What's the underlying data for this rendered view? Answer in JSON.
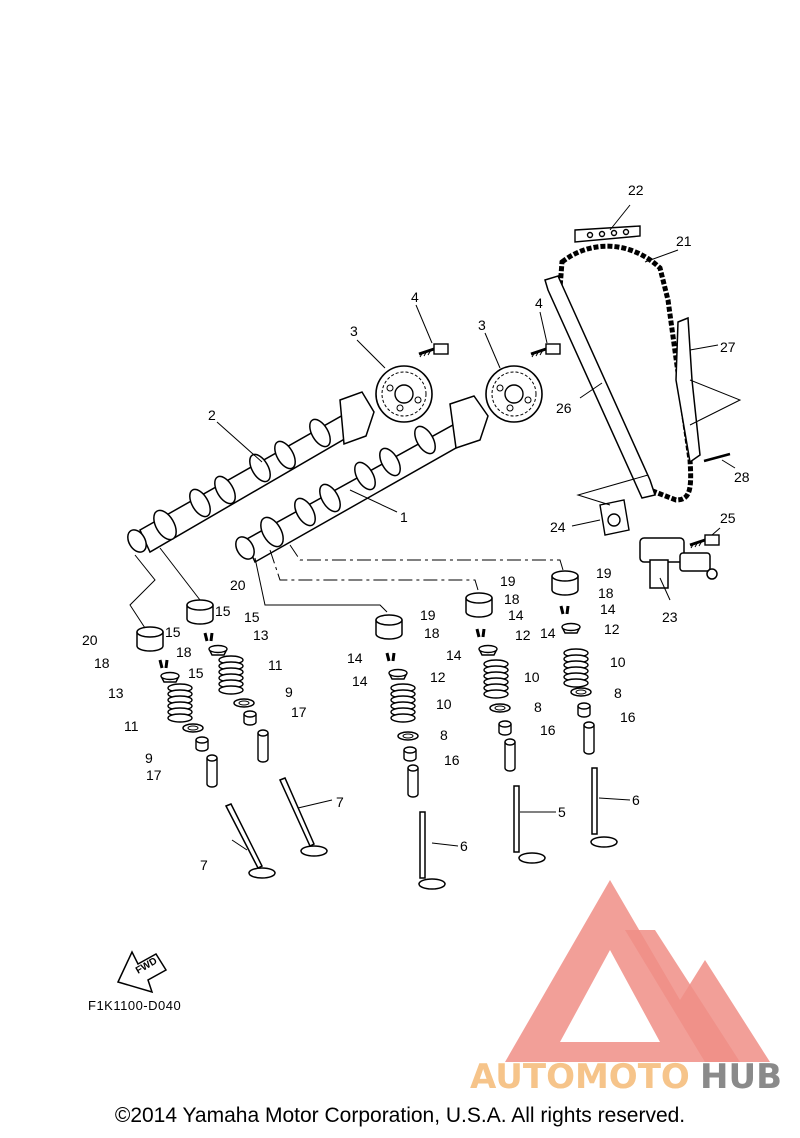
{
  "diagram": {
    "drawing_code": "F1K1100-D040",
    "fwd_label": "FWD",
    "copyright": "©2014 Yamaha Motor Corporation, U.S.A. All rights reserved.",
    "watermark": {
      "part1": "AUTOMOTO",
      "part2": "HUB"
    },
    "colors": {
      "line": "#000000",
      "watermark_red": "#f08e86",
      "watermark_orange": "#f6c48a",
      "watermark_gray": "#8a8a8a"
    },
    "labels": [
      {
        "id": "l22",
        "text": "22"
      },
      {
        "id": "l21",
        "text": "21"
      },
      {
        "id": "l27",
        "text": "27"
      },
      {
        "id": "l26",
        "text": "26"
      },
      {
        "id": "l28",
        "text": "28"
      },
      {
        "id": "l25",
        "text": "25"
      },
      {
        "id": "l24",
        "text": "24"
      },
      {
        "id": "l23",
        "text": "23"
      },
      {
        "id": "l4a",
        "text": "4"
      },
      {
        "id": "l4b",
        "text": "4"
      },
      {
        "id": "l3a",
        "text": "3"
      },
      {
        "id": "l3b",
        "text": "3"
      },
      {
        "id": "l2",
        "text": "2"
      },
      {
        "id": "l1",
        "text": "1"
      },
      {
        "id": "l20a",
        "text": "20"
      },
      {
        "id": "l20b",
        "text": "20"
      },
      {
        "id": "l15a",
        "text": "15"
      },
      {
        "id": "l15b",
        "text": "15"
      },
      {
        "id": "l15c",
        "text": "15"
      },
      {
        "id": "l15d",
        "text": "15"
      },
      {
        "id": "l18a",
        "text": "18"
      },
      {
        "id": "l18b",
        "text": "18"
      },
      {
        "id": "l13a",
        "text": "13"
      },
      {
        "id": "l13b",
        "text": "13"
      },
      {
        "id": "l11a",
        "text": "11"
      },
      {
        "id": "l11b",
        "text": "11"
      },
      {
        "id": "l9a",
        "text": "9"
      },
      {
        "id": "l9b",
        "text": "9"
      },
      {
        "id": "l17a",
        "text": "17"
      },
      {
        "id": "l17b",
        "text": "17"
      },
      {
        "id": "l7a",
        "text": "7"
      },
      {
        "id": "l7b",
        "text": "7"
      },
      {
        "id": "l19a",
        "text": "19"
      },
      {
        "id": "l18c",
        "text": "18"
      },
      {
        "id": "l14a",
        "text": "14"
      },
      {
        "id": "l14b",
        "text": "14"
      },
      {
        "id": "l12a",
        "text": "12"
      },
      {
        "id": "l10a",
        "text": "10"
      },
      {
        "id": "l8a",
        "text": "8"
      },
      {
        "id": "l16a",
        "text": "16"
      },
      {
        "id": "l6a",
        "text": "6"
      },
      {
        "id": "l19b",
        "text": "19"
      },
      {
        "id": "l18d",
        "text": "18"
      },
      {
        "id": "l14c",
        "text": "14"
      },
      {
        "id": "l14d",
        "text": "14"
      },
      {
        "id": "l12b",
        "text": "12"
      },
      {
        "id": "l10b",
        "text": "10"
      },
      {
        "id": "l8b",
        "text": "8"
      },
      {
        "id": "l16b",
        "text": "16"
      },
      {
        "id": "l5",
        "text": "5"
      },
      {
        "id": "l19c",
        "text": "19"
      },
      {
        "id": "l18e",
        "text": "18"
      },
      {
        "id": "l14e",
        "text": "14"
      },
      {
        "id": "l14f",
        "text": "14"
      },
      {
        "id": "l12c",
        "text": "12"
      },
      {
        "id": "l10c",
        "text": "10"
      },
      {
        "id": "l8c",
        "text": "8"
      },
      {
        "id": "l16c",
        "text": "16"
      },
      {
        "id": "l6b",
        "text": "6"
      }
    ]
  }
}
